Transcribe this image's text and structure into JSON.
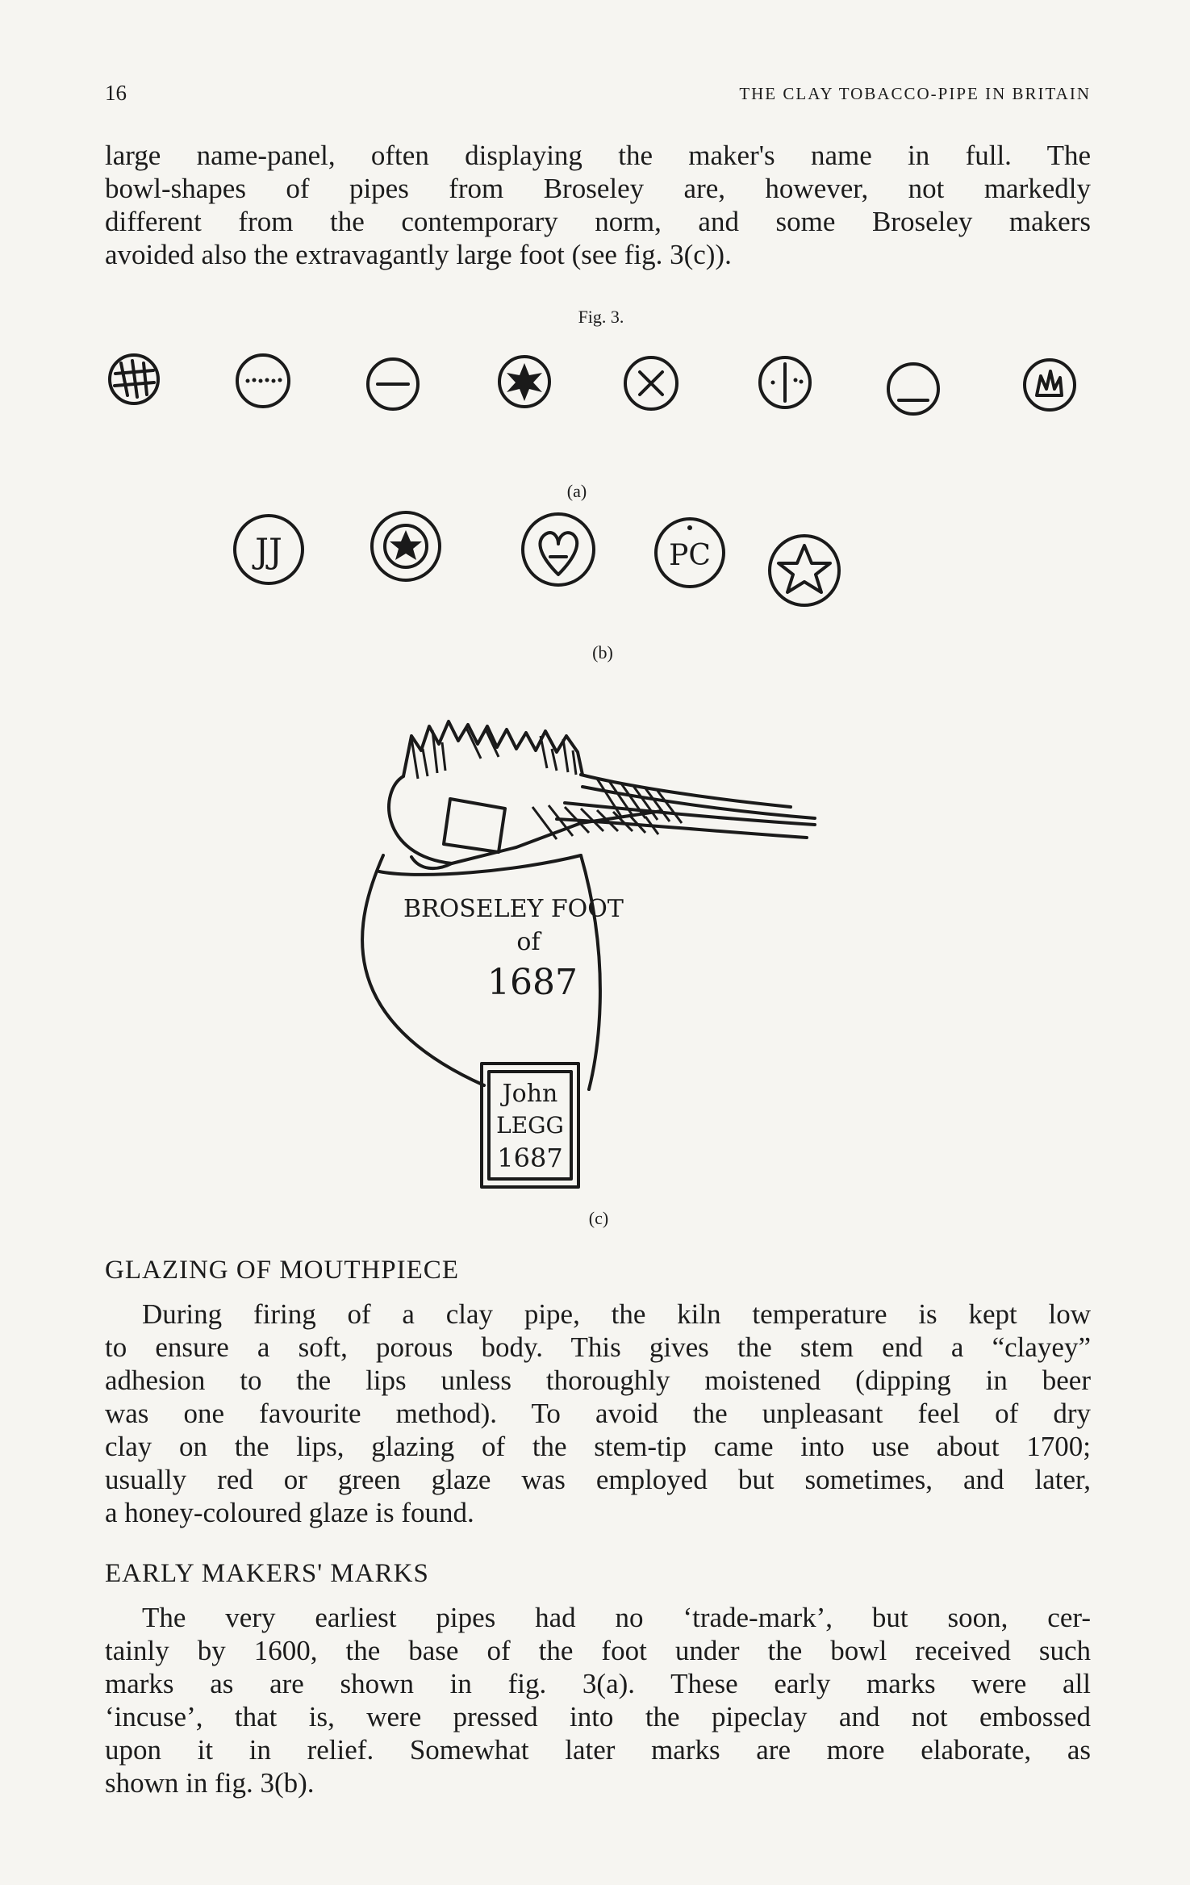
{
  "header": {
    "page_number": "16",
    "running_title": "THE CLAY TOBACCO-PIPE IN BRITAIN"
  },
  "intro_paragraph": [
    "large name-panel, often displaying the maker's name in full.  The",
    "bowl-shapes of pipes from Broseley are, however, not markedly",
    "different from the contemporary norm, and some Broseley makers",
    "avoided also the extravagantly large foot (see fig. 3(c))."
  ],
  "figure": {
    "title": "Fig. 3.",
    "caption_a": "(a)",
    "caption_b": "(b)",
    "caption_c": "(c)",
    "mark_b1_text": "JJ",
    "mark_b4_text": "PC",
    "sketch_label_1": "BROSELEY FOOT",
    "sketch_label_2": "of",
    "sketch_label_3": "1687",
    "panel_line_1": "John",
    "panel_line_2": "LEGG",
    "panel_line_3": "1687"
  },
  "section_glazing": {
    "heading": "GLAZING OF MOUTHPIECE",
    "lines": [
      "During firing of a clay pipe, the kiln temperature is kept low",
      "to ensure a soft, porous body.  This gives the stem end a “clayey”",
      "adhesion to the lips unless thoroughly moistened (dipping in beer",
      "was one favourite method).  To avoid the unpleasant feel of dry",
      "clay on the lips, glazing of the stem-tip came into use about 1700;",
      "usually red or green glaze was employed but sometimes, and later,",
      "a honey-coloured glaze is found."
    ]
  },
  "section_marks": {
    "heading": "EARLY MAKERS' MARKS",
    "lines": [
      "The very earliest pipes had no ‘trade-mark’, but soon, cer-",
      "tainly by 1600, the base of the foot under the bowl received such",
      "marks as are shown in fig. 3(a).  These early marks were all",
      "‘incuse’, that is, were pressed into the pipeclay and not embossed",
      "upon it in relief.  Somewhat later marks are more elaborate, as",
      "shown in fig. 3(b)."
    ]
  }
}
